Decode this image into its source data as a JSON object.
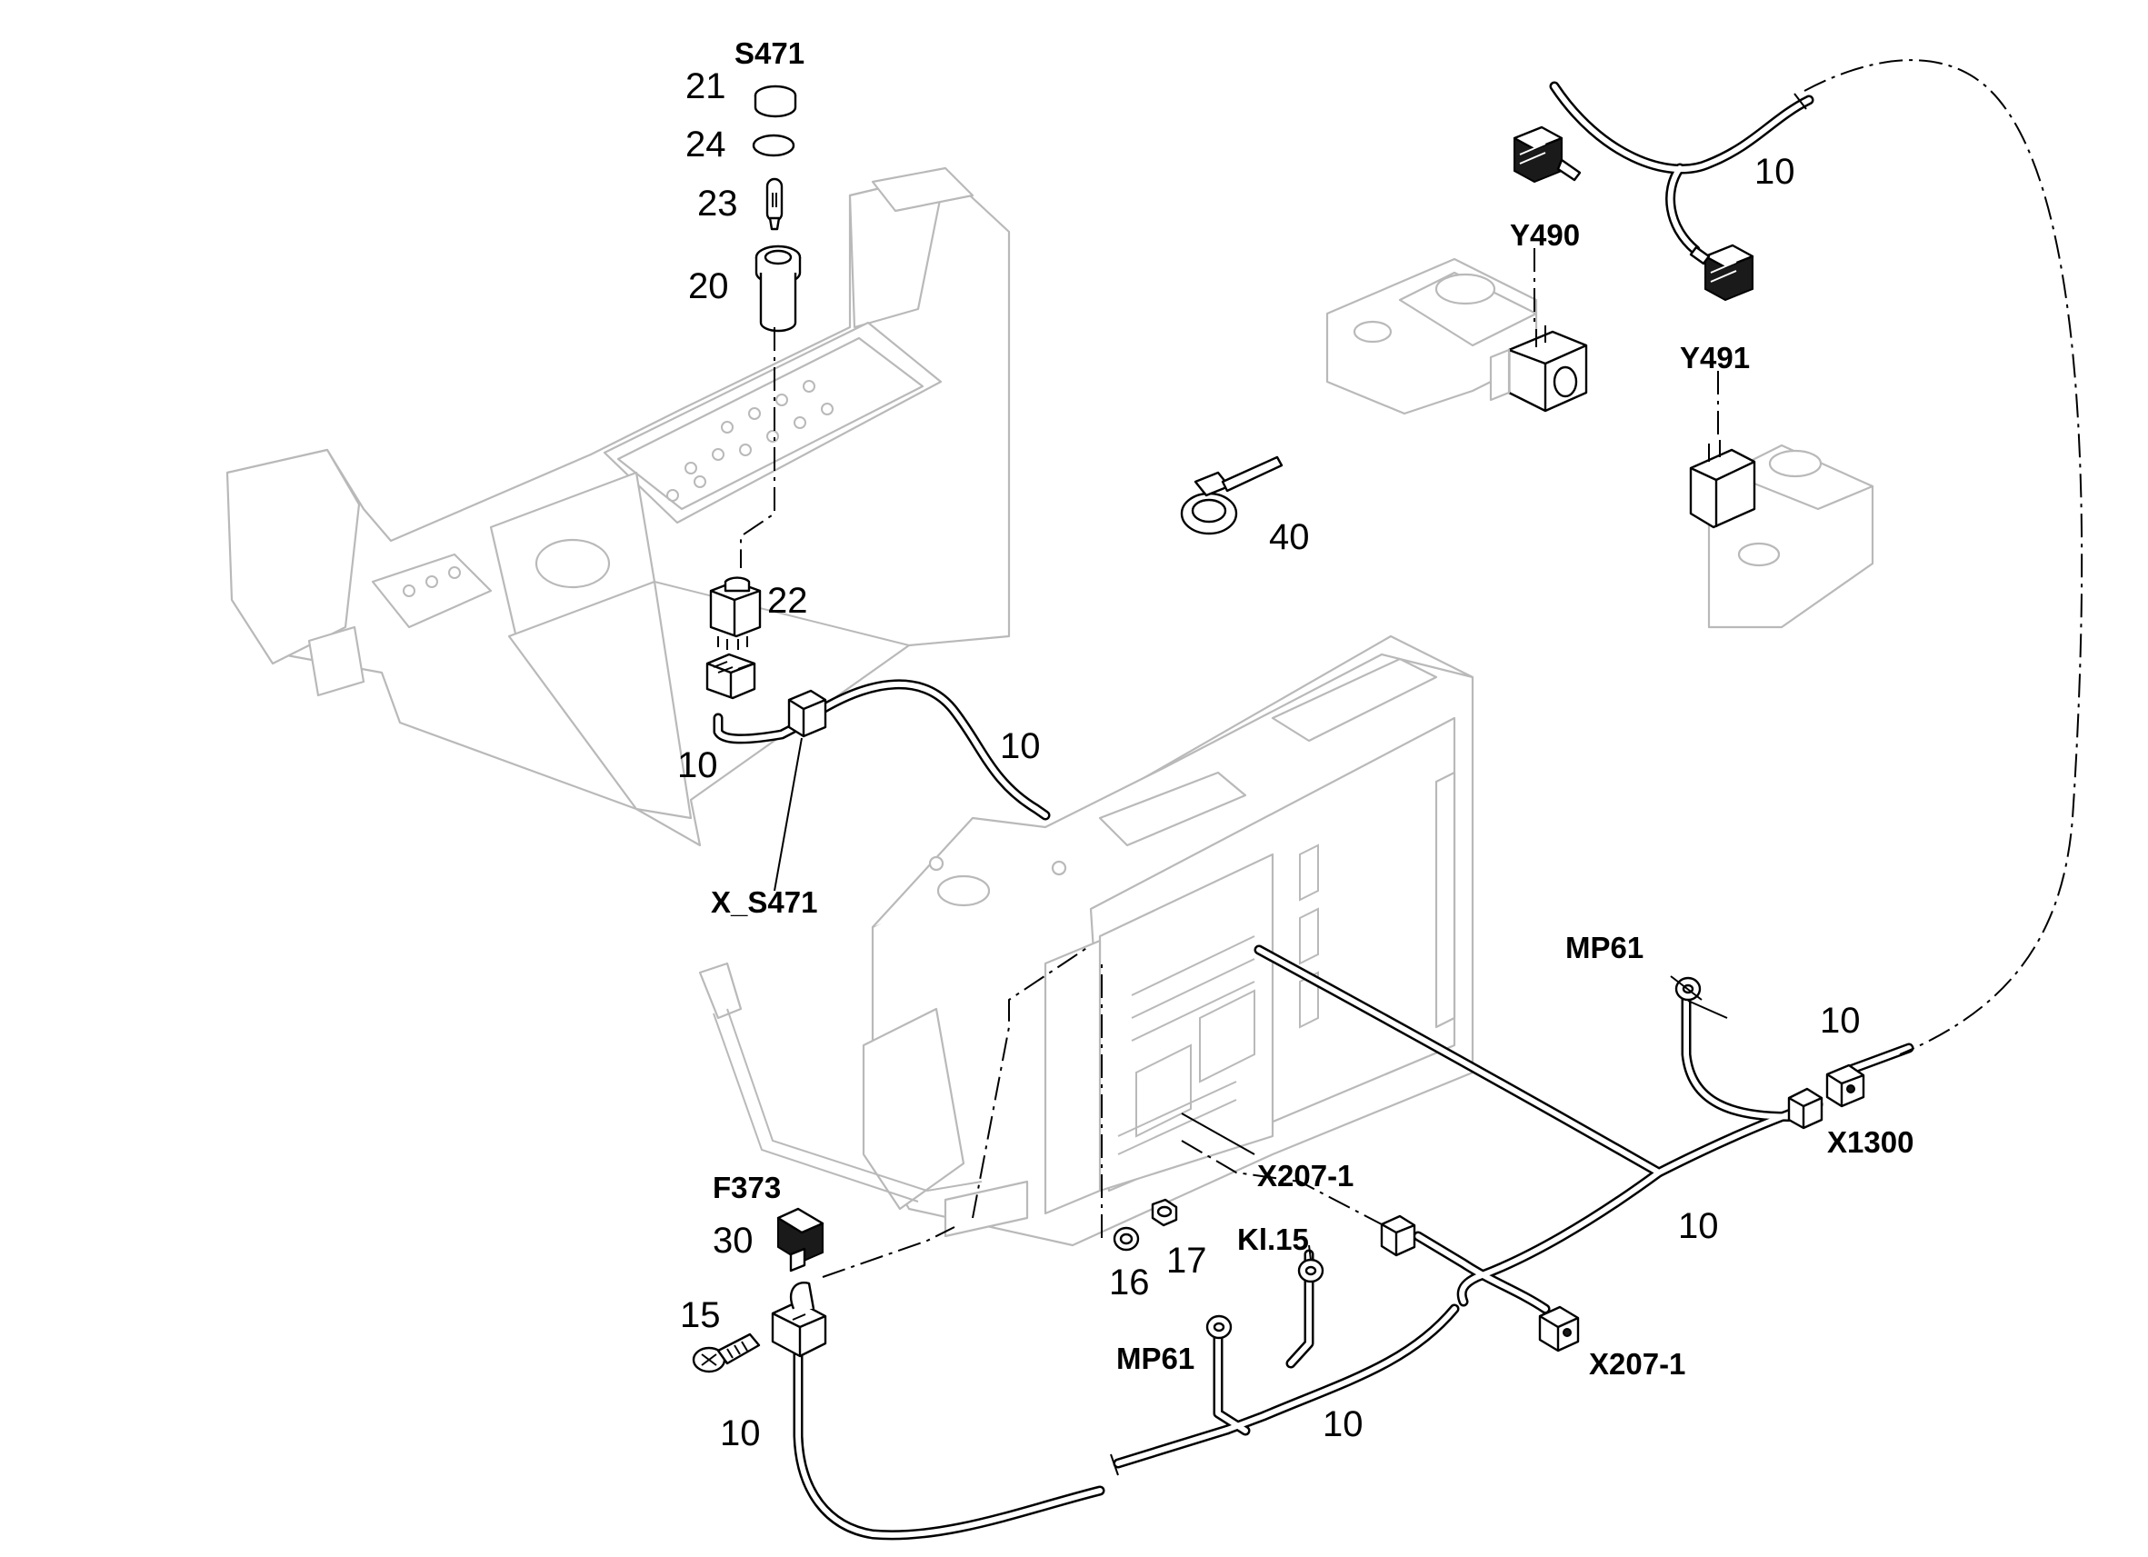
{
  "diagram": {
    "labels": {
      "s471": "S471",
      "y490": "Y490",
      "y491": "Y491",
      "x_s471": "X_S471",
      "mp61_top": "MP61",
      "mp61_bottom": "MP61",
      "x1300": "X1300",
      "x207_1_upper": "X207-1",
      "x207_1_lower": "X207-1",
      "kl15": "Kl.15",
      "f373": "F373"
    },
    "item_numbers": {
      "n21": "21",
      "n24": "24",
      "n23": "23",
      "n20": "20",
      "n22": "22",
      "n40": "40",
      "n30": "30",
      "n15": "15",
      "n16": "16",
      "n17": "17",
      "harness_a": "10",
      "harness_b": "10",
      "harness_c": "10",
      "harness_d": "10",
      "harness_e": "10",
      "harness_f": "10",
      "harness_g": "10"
    }
  }
}
